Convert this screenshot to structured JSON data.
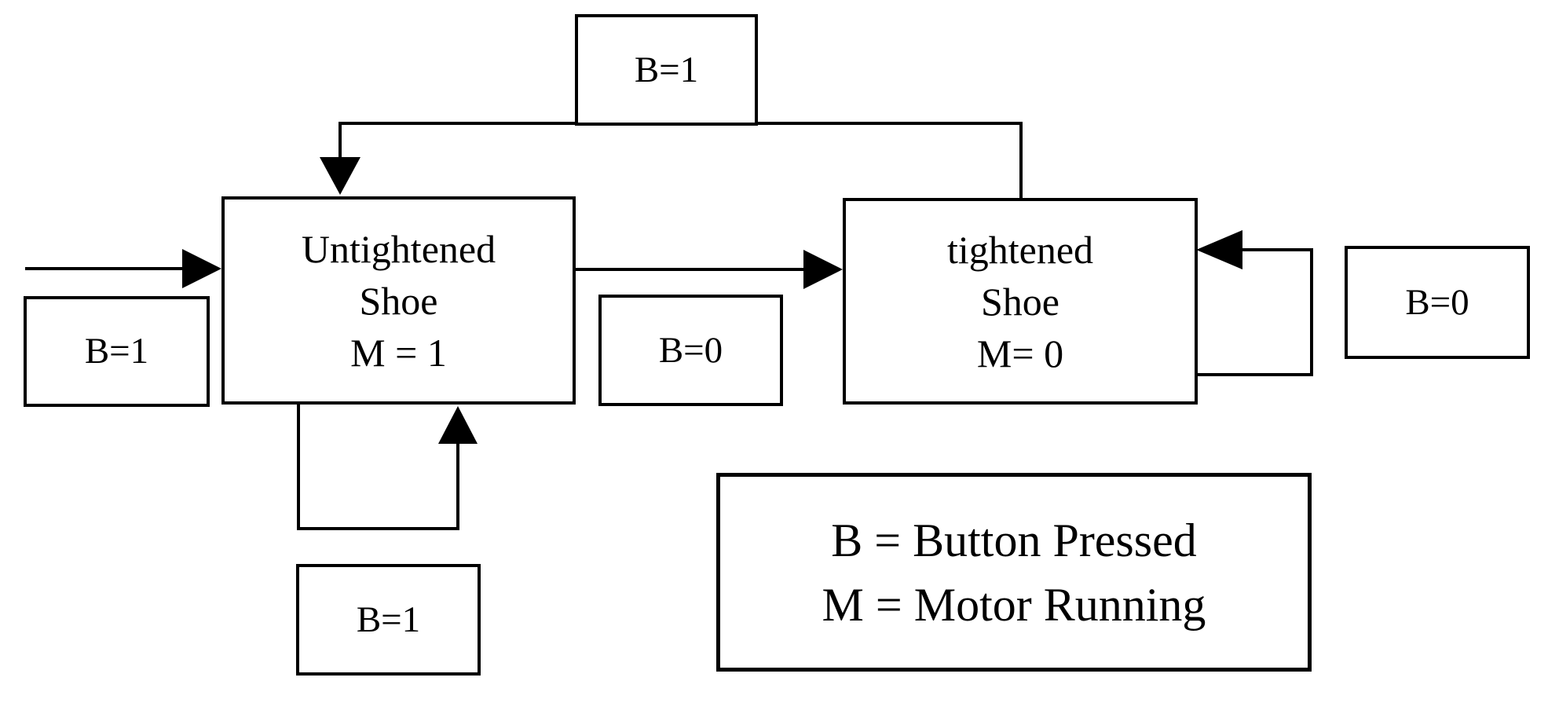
{
  "diagram": {
    "type": "state-machine",
    "states": {
      "untightened": {
        "line1": "Untightened",
        "line2": "Shoe",
        "line3": "M = 1"
      },
      "tightened": {
        "line1": "tightened",
        "line2": "Shoe",
        "line3": "M= 0"
      }
    },
    "transition_labels": {
      "top_b1": "B=1",
      "initial_b1": "B=1",
      "middle_b0": "B=0",
      "right_b0": "B=0",
      "bottom_b1": "B=1"
    },
    "legend": {
      "line1": "B = Button Pressed",
      "line2": "M = Motor Running"
    },
    "colors": {
      "ink": "#000000",
      "background": "#ffffff"
    }
  }
}
